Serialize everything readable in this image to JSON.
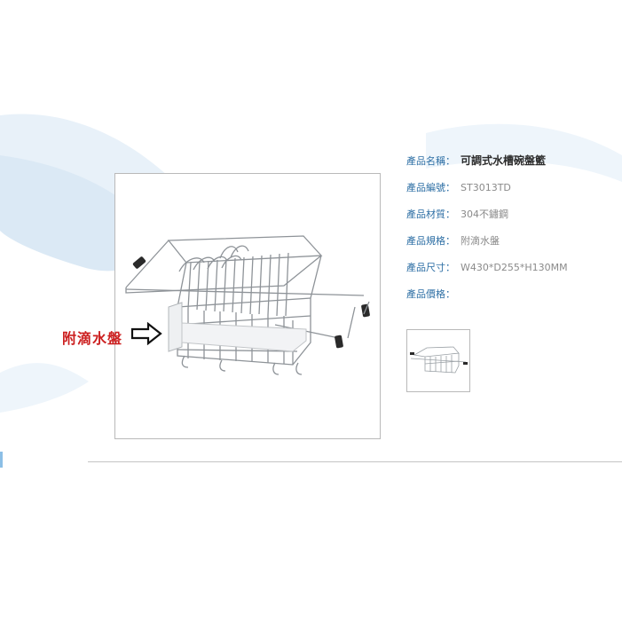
{
  "product": {
    "drip_tray_label": "附滴水盤",
    "specs": [
      {
        "key": "產品名稱：",
        "value": "可調式水槽碗盤籃"
      },
      {
        "key": "產品編號：",
        "value": "ST3013TD"
      },
      {
        "key": "產品材質：",
        "value": "304不鏽鋼"
      },
      {
        "key": "產品規格：",
        "value": "附滴水盤"
      },
      {
        "key": "產品尺寸：",
        "value": "W430*D255*H130MM"
      },
      {
        "key": "產品價格：",
        "value": ""
      }
    ]
  },
  "icons": {
    "arrow": "right-arrow-icon",
    "basket": "dish-rack-image"
  },
  "colors": {
    "label_blue": "#2c6ea4",
    "value_gray": "#8a8a8a",
    "accent_red": "#cc1f1f",
    "wave_blue": "#d6e8f5"
  }
}
